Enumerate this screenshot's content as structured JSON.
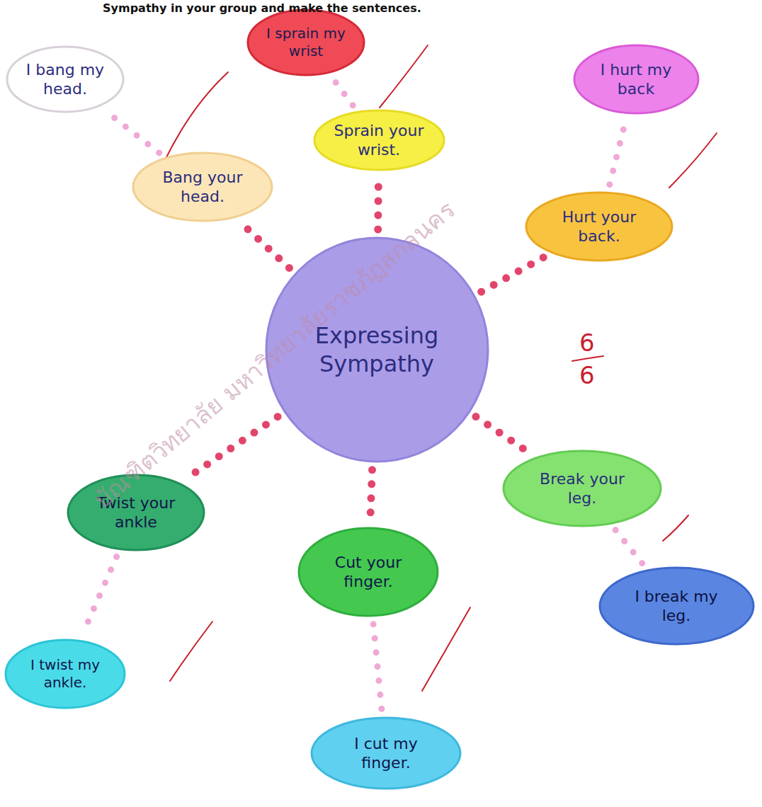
{
  "diagram": {
    "nodes": [
      {
        "text": [
          "I bang my head."
        ]
      },
      {
        "text": [
          "I sprain my wrist"
        ]
      },
      {
        "text": [
          "I hurt my back"
        ]
      },
      {
        "text": [
          "Sprain your wrist."
        ]
      },
      {
        "text": [
          "Bang your head."
        ]
      },
      {
        "text": [
          "Hurt your back."
        ]
      },
      {
        "text": [
          "Expressing Sympathy"
        ]
      },
      {
        "text": [
          "Break your leg."
        ]
      },
      {
        "text": [
          "Twist your ankle"
        ]
      },
      {
        "text": [
          "Cut your finger."
        ]
      },
      {
        "text": [
          "I break my leg."
        ]
      },
      {
        "text": [
          "I twist my ankle."
        ]
      },
      {
        "text": [
          "I cut my finger."
        ]
      }
    ],
    "edges": [
      {
        "from": 6,
        "to": 4,
        "arrow": "none"
      },
      {
        "from": 6,
        "to": 3,
        "arrow": "none"
      },
      {
        "from": 6,
        "to": 5,
        "arrow": "none"
      },
      {
        "from": 6,
        "to": 8,
        "arrow": "none"
      },
      {
        "from": 6,
        "to": 9,
        "arrow": "none"
      },
      {
        "from": 6,
        "to": 7,
        "arrow": "none"
      },
      {
        "from": 4,
        "to": 0,
        "arrow": "none"
      },
      {
        "from": 3,
        "to": 1,
        "arrow": "none"
      },
      {
        "from": 5,
        "to": 2,
        "arrow": "none"
      },
      {
        "from": 8,
        "to": 11,
        "arrow": "none"
      },
      {
        "from": 9,
        "to": 12,
        "arrow": "none"
      },
      {
        "from": 7,
        "to": 10,
        "arrow": "none"
      }
    ],
    "labels": [
      "Sympathy in your group and make the sentences.",
      "6",
      "6",
      "บัณฑิตวิทยาลัย มหาวิทยาลัยราชภัฏสกลนคร"
    ]
  }
}
